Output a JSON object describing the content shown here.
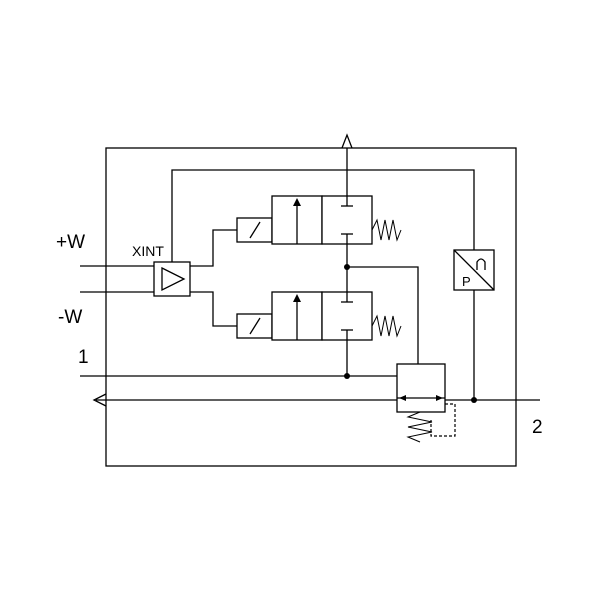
{
  "labels": {
    "plus_w": "+W",
    "minus_w": "-W",
    "xint": "XINT",
    "port_1": "1",
    "port_2": "2",
    "pressure_p": "P"
  },
  "colors": {
    "stroke": "#000000",
    "background": "#ffffff"
  }
}
